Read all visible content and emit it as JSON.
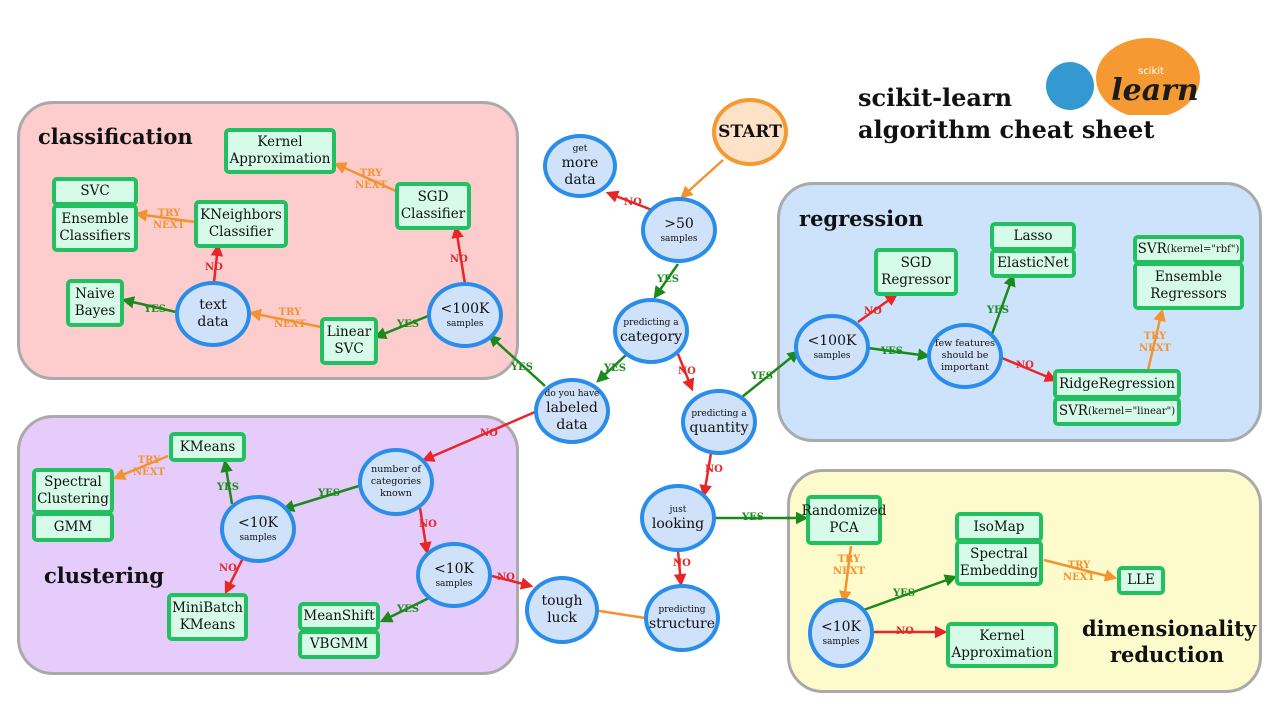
{
  "title": {
    "line1": "scikit-learn",
    "line2": "algorithm cheat sheet"
  },
  "logo": {
    "small": "scikit",
    "big": "learn",
    "icon": "scikit-learn-logo-icon",
    "colors": {
      "blue": "#3399d0",
      "orange": "#f59a33"
    }
  },
  "regions": {
    "classification": {
      "label": "classification",
      "color": "#fdcccc"
    },
    "regression": {
      "label": "regression",
      "color": "#cce3fb"
    },
    "clustering": {
      "label": "clustering",
      "color": "#e5ccfb"
    },
    "dimensionality": {
      "label": "dimensionality reduction",
      "line1": "dimensionality",
      "line2": "reduction",
      "color": "#fdfbcc"
    }
  },
  "colors": {
    "yes": "#1a8a1a",
    "no": "#e82626",
    "try_next": "#f29330",
    "start": "#f59a33",
    "decision": "#2a8de9",
    "estimator": "#22c060"
  },
  "decisions": {
    "start": {
      "big": "START"
    },
    "samples50": {
      "big": ">50",
      "small": "samples"
    },
    "more_data": {
      "small": "get",
      "big": "more data"
    },
    "category": {
      "small": "predicting a",
      "big": "category"
    },
    "labeled": {
      "small": "do you have",
      "big": "labeled data"
    },
    "quantity": {
      "small": "predicting a",
      "big": "quantity"
    },
    "looking": {
      "small": "just",
      "big": "looking"
    },
    "structure": {
      "small": "predicting",
      "big": "structure"
    },
    "tough": {
      "big": "tough luck"
    },
    "cls_100k": {
      "big": "<100K",
      "small": "samples"
    },
    "text": {
      "big": "text data"
    },
    "reg_100k": {
      "big": "<100K",
      "small": "samples"
    },
    "few_features": {
      "small": "few features should be important"
    },
    "num_categories": {
      "small": "number of categories known"
    },
    "clu_10k_a": {
      "big": "<10K",
      "small": "samples"
    },
    "clu_10k_b": {
      "big": "<10K",
      "small": "samples"
    },
    "dim_10k": {
      "big": "<10K",
      "small": "samples"
    }
  },
  "estimators": {
    "kernel_approx_cls": "Kernel Approximation",
    "sgd_classifier": "SGD Classifier",
    "svc": "SVC",
    "ensemble_classifiers": "Ensemble Classifiers",
    "kneighbors": "KNeighbors Classifier",
    "naive_bayes": "Naive Bayes",
    "linear_svc": "Linear SVC",
    "sgd_regressor": "SGD Regressor",
    "lasso": "Lasso",
    "elasticnet": "ElasticNet",
    "svr_rbf_main": "SVR",
    "svr_rbf_arg": "(kernel=\"rbf\")",
    "ensemble_regressors": "Ensemble Regressors",
    "ridge": "RidgeRegression",
    "svr_linear_main": "SVR",
    "svr_linear_arg": "(kernel=\"linear\")",
    "kmeans": "KMeans",
    "spectral_clustering": "Spectral Clustering",
    "gmm": "GMM",
    "minibatch_kmeans": "MiniBatch KMeans",
    "meanshift": "MeanShift",
    "vbgmm": "VBGMM",
    "randomized_pca": "Randomized PCA",
    "isomap": "IsoMap",
    "spectral_embedding": "Spectral Embedding",
    "lle": "LLE",
    "kernel_approx_dim": "Kernel Approximation"
  },
  "edge_labels": {
    "yes": "YES",
    "no": "NO",
    "try": "TRY",
    "next": "NEXT"
  }
}
